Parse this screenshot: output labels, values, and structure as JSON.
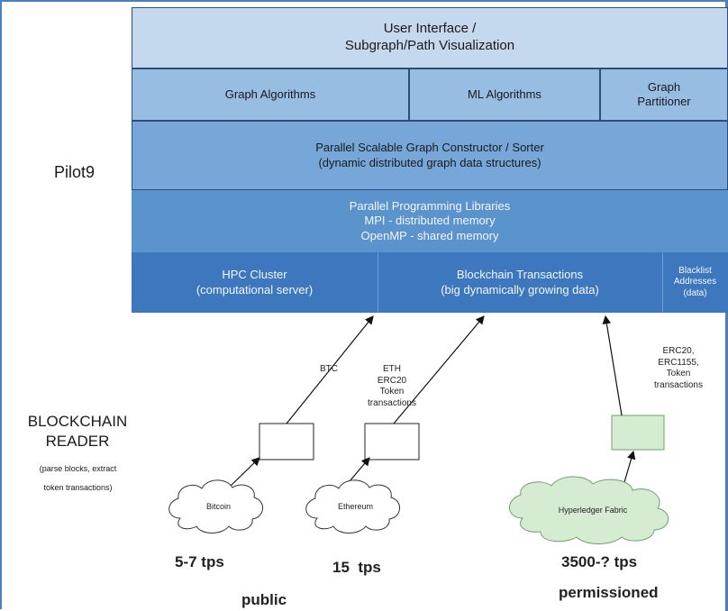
{
  "layers": {
    "ui": {
      "line1": "User Interface /",
      "line2": "Subgraph/Path Visualization"
    },
    "graph_algorithms": "Graph Algorithms",
    "ml_algorithms": "ML Algorithms",
    "partitioner": {
      "line1": "Graph",
      "line2": "Partitioner"
    },
    "constructor": {
      "line1": "Parallel Scalable Graph Constructor / Sorter",
      "line2": "(dynamic distributed graph data structures)"
    },
    "libraries": {
      "line1": "Parallel Programming Libraries",
      "line2": "MPI - distributed memory",
      "line3": "OpenMP - shared memory"
    },
    "hpc": {
      "line1": "HPC Cluster",
      "line2": "(computational server)"
    },
    "transactions": {
      "line1": "Blockchain Transactions",
      "line2": "(big dynamically growing data)"
    },
    "blacklist": {
      "line1": "Blacklist",
      "line2": "Addresses",
      "line3": "(data)"
    }
  },
  "pilot_label": "Pilot9",
  "reader": {
    "line1": "BLOCKCHAIN",
    "line2": "READER",
    "note1": "(parse blocks, extract",
    "note2": "token transactions)"
  },
  "arrow_labels": {
    "btc": "BTC",
    "eth": {
      "line1": "ETH",
      "line2": "ERC20",
      "line3": "Token",
      "line4": "transactions"
    },
    "fabric": {
      "line1": "ERC20,",
      "line2": "ERC1155,",
      "line3": "Token",
      "line4": "transactions"
    }
  },
  "sources": {
    "bitcoin": "Bitcoin",
    "ethereum": "Ethereum",
    "fabric": "Hyperledger Fabric"
  },
  "throughput": {
    "bitcoin": "5-7 tps",
    "ethereum": "15  tps",
    "fabric": "3500-? tps"
  },
  "categories": {
    "public": "public",
    "permissioned": "permissioned"
  },
  "colors": {
    "layer1": "#c5d9ee",
    "layer2": "#98bde2",
    "layer3": "#77a7d8",
    "layer4": "#5b93cd",
    "layer5": "#3d78be",
    "fabric_green": "#d5ecd2",
    "frame_blue": "#4a7fc1"
  }
}
